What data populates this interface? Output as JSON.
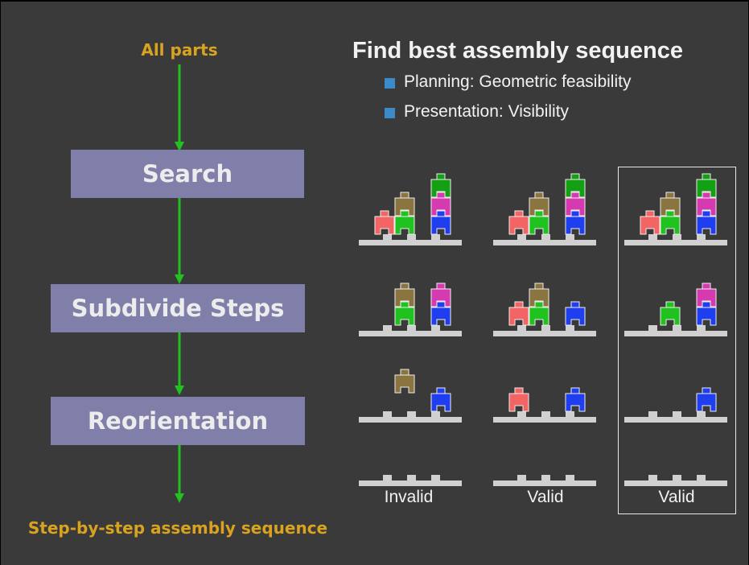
{
  "flow": {
    "top_label": "All parts",
    "steps": [
      "Search",
      "Subdivide Steps",
      "Reorientation"
    ],
    "bottom_label": "Step-by-step assembly sequence"
  },
  "panel": {
    "title": "Find best assembly sequence",
    "bullets": [
      "Planning: Geometric feasibility",
      "Presentation: Visibility"
    ]
  },
  "columns": [
    {
      "label": "Invalid",
      "highlighted": false
    },
    {
      "label": "Valid",
      "highlighted": false
    },
    {
      "label": "Valid",
      "highlighted": true
    }
  ],
  "colors": {
    "background": "#3a3a3a",
    "flow_text": "#d9a31f",
    "step_box": "#7f7fa9",
    "arrow": "#22c022",
    "bullet": "#3a8bc7",
    "base": "#d0d0d0",
    "pieces": {
      "red": "#f36464",
      "olive": "#8a7440",
      "green": "#1fc21f",
      "darkgreen": "#14a014",
      "magenta": "#d63ab0",
      "blue": "#1f3ef0"
    }
  },
  "assembly_states": [
    [
      [
        "red",
        "olive",
        "green",
        "darkgreen",
        "magenta",
        "blue"
      ],
      [
        "red",
        "olive",
        "green",
        "darkgreen",
        "magenta",
        "blue"
      ],
      [
        "red",
        "olive",
        "green",
        "darkgreen",
        "magenta",
        "blue"
      ]
    ],
    [
      [
        "olive",
        "green",
        "magenta",
        "blue"
      ],
      [
        "red",
        "olive",
        "green",
        "blue"
      ],
      [
        "green",
        "magenta",
        "blue"
      ]
    ],
    [
      [
        "olive",
        "blue"
      ],
      [
        "red",
        "blue"
      ],
      [
        "blue"
      ]
    ],
    [
      [],
      [],
      []
    ]
  ]
}
